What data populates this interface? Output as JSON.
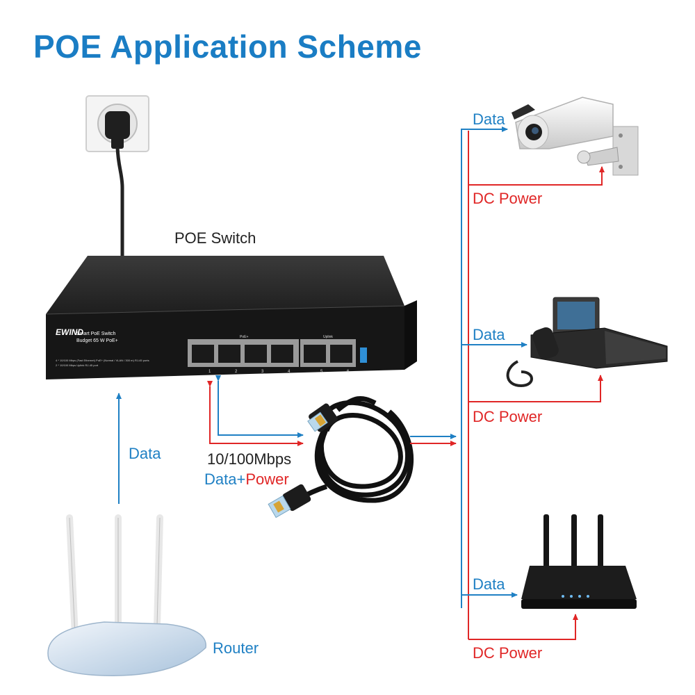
{
  "title": "POE Application Scheme",
  "labels": {
    "switch": "POE Switch",
    "data_left": "Data",
    "router": "Router",
    "speed": "10/100Mbps",
    "data_word": "Data",
    "plus": "+",
    "power_word": "Power",
    "cam_data": "Data",
    "cam_power": "DC Power",
    "phone_data": "Data",
    "phone_power": "DC Power",
    "ap_data": "Data",
    "ap_power": "DC Power"
  },
  "switch_panel": {
    "brand": "EWIND",
    "model_line1": "Smart PoE Switch",
    "model_line2": "Budget 65 W PoE+",
    "spec_line1": "4 * 10/100 Mbps (Fast Ethernet) PoE+ (Normal / VLAN / 300 m) RJ-45 ports",
    "spec_line2": "2 * 10/100 Mbps Uplink RJ-45 port",
    "poe_group_label": "PoE+",
    "uplink_group_label": "Uplink",
    "port_numbers": [
      "1",
      "2",
      "3",
      "4",
      "5",
      "6"
    ]
  },
  "colors": {
    "title": "#1a7dc4",
    "data_line": "#1f80c4",
    "power_line": "#e02626"
  }
}
